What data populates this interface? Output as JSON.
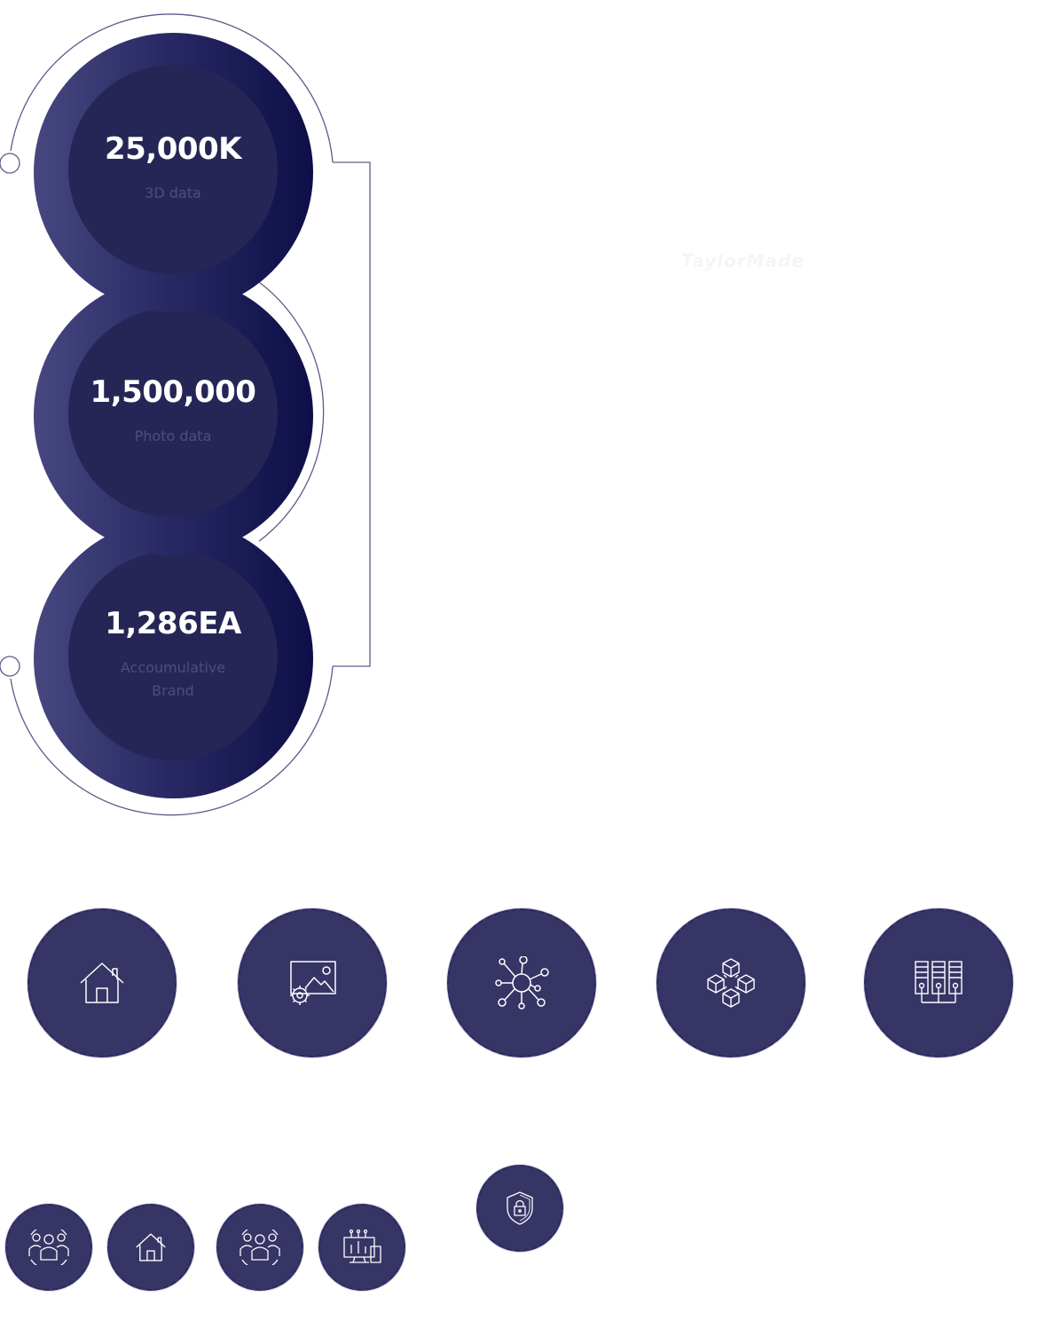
{
  "stats": [
    {
      "value": "25,000K",
      "label": "3D data"
    },
    {
      "value": "1,500,000",
      "label": "Photo data"
    },
    {
      "value": "1,286EA",
      "label": "Accoumulative Brand"
    }
  ],
  "watermark": "TaylorMade",
  "icons_large": [
    "home-icon",
    "image-settings-icon",
    "network-hub-icon",
    "blockchain-cubes-icon",
    "server-rack-icon"
  ],
  "icons_small": [
    "team-group-icon",
    "home-icon",
    "team-group-icon",
    "devices-icon",
    "shield-lock-icon"
  ],
  "colors": {
    "badge_fill": "#363566",
    "stat_inner": "#262656",
    "stat_gradient_left": "#474780",
    "stat_gradient_right": "#0e0e48",
    "connector_line": "#5c5c8a",
    "stat_label": "#4c4c80"
  }
}
